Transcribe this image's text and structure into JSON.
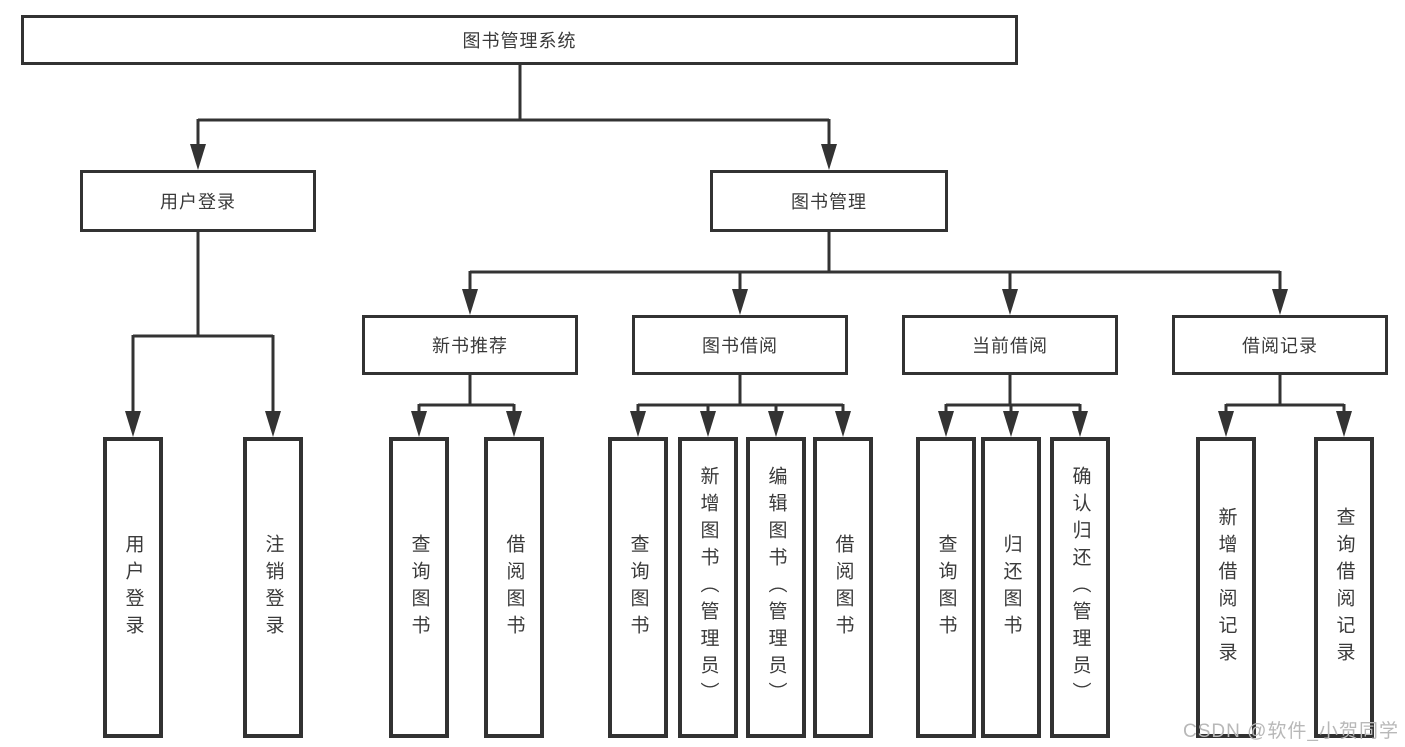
{
  "root": {
    "label": "图书管理系统"
  },
  "level2": {
    "user_login": "用户登录",
    "book_management": "图书管理"
  },
  "level3": {
    "new_book_recommend": "新书推荐",
    "book_borrowing": "图书借阅",
    "current_borrowing": "当前借阅",
    "borrowing_records": "借阅记录"
  },
  "leaves": {
    "user_login_leaf": "用户登录",
    "logout": "注销登录",
    "query_books_1": "查询图书",
    "borrow_books_1": "借阅图书",
    "query_books_2": "查询图书",
    "add_books_admin": "新增图书（管理员）",
    "edit_books_admin": "编辑图书（管理员）",
    "borrow_books_2": "借阅图书",
    "query_books_3": "查询图书",
    "return_books": "归还图书",
    "confirm_return_admin": "确认归还（管理员）",
    "add_borrow_record": "新增借阅记录",
    "query_borrow_record": "查询借阅记录"
  },
  "watermark": "CSDN @软件_小贺同学",
  "colors": {
    "line": "#333333",
    "text": "#3a3a3a",
    "watermark": "#b8b8b8",
    "background": "#ffffff"
  }
}
